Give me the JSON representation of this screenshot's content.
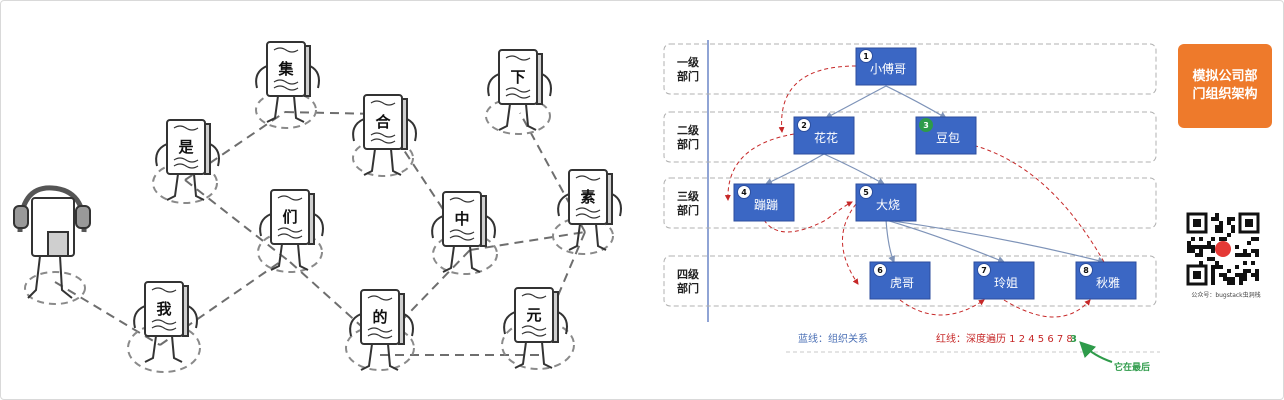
{
  "illustration": {
    "characters": [
      {
        "char": "是"
      },
      {
        "char": "集"
      },
      {
        "char": "合"
      },
      {
        "char": "下"
      },
      {
        "char": "们"
      },
      {
        "char": "中"
      },
      {
        "char": "素"
      },
      {
        "char": "我"
      },
      {
        "char": "的"
      },
      {
        "char": "元"
      }
    ]
  },
  "org_chart": {
    "levels": [
      {
        "label": "一级部门"
      },
      {
        "label": "二级部门"
      },
      {
        "label": "三级部门"
      },
      {
        "label": "四级部门"
      }
    ],
    "nodes": [
      {
        "num": "1",
        "name": "小傅哥"
      },
      {
        "num": "2",
        "name": "花花"
      },
      {
        "num": "3",
        "name": "豆包"
      },
      {
        "num": "4",
        "name": "蹦蹦"
      },
      {
        "num": "5",
        "name": "大烧"
      },
      {
        "num": "6",
        "name": "虎哥"
      },
      {
        "num": "7",
        "name": "玲姐"
      },
      {
        "num": "8",
        "name": "秋雅"
      }
    ],
    "legend_blue": "蓝线：组织关系",
    "legend_red": "红线：深度遍历 1 2 4 5 6 7 8",
    "legend_red_last": "3",
    "annotation": "它在最后"
  },
  "title_badge": "模拟公司部门组织架构",
  "qr_caption": "公众号：bugstack虫洞栈",
  "colors": {
    "node_fill": "#3b67c4",
    "level_border": "#b0b0b0",
    "blue_line": "#7e93b8",
    "red_line": "#c62828",
    "badge": "#ee7a2b",
    "green_badge": "#2e9b4a",
    "arrow_green": "#2e9b4a"
  }
}
